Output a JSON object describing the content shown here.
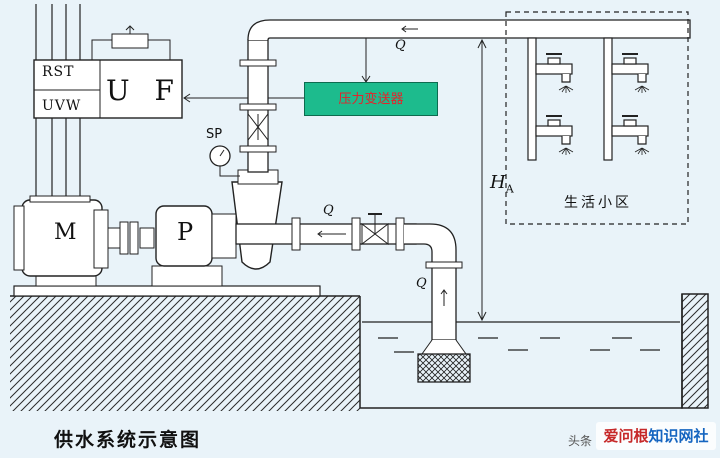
{
  "labels": {
    "controller": "U F",
    "controller_top": "RST",
    "controller_bottom": "UVW",
    "transmitter": "压力变送器",
    "pressure_gauge": "SP",
    "motor": "M",
    "pump": "P",
    "flow_top": "Q",
    "flow_pump": "Q",
    "flow_suction": "Q",
    "head": "H",
    "head_sub": "A",
    "residential_area": "生活小区",
    "caption": "供水系统示意图"
  },
  "watermark": {
    "prefix": "头条",
    "brand_a": "爱",
    "brand_b": "问根",
    "brand_c": "知识网",
    "brand_d": "社"
  },
  "colors": {
    "background": "#e9f3f9",
    "transmitter_fill": "#1dbb8d",
    "transmitter_text": "#e3242b",
    "pipe_fill": "#ffffff",
    "line": "#1a1a1a"
  }
}
